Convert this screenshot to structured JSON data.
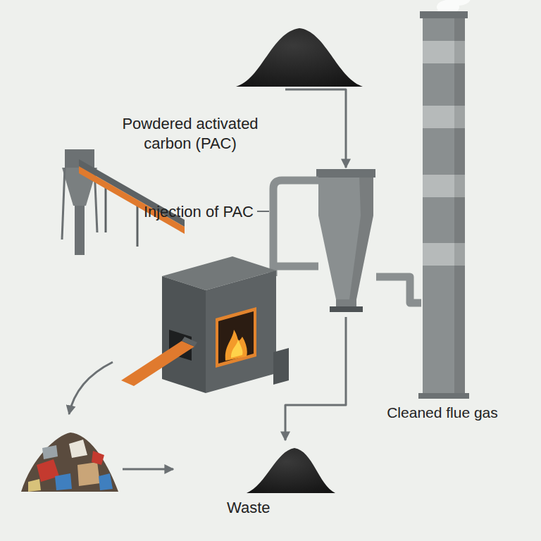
{
  "diagram": {
    "nodes": [
      {
        "text": [
          "Powdered activated carbon (PAC)"
        ]
      },
      {
        "text": [
          "Injection of PAC"
        ]
      },
      {
        "text": [
          "Cleaned flue gas"
        ]
      },
      {
        "text": [
          "Waste"
        ]
      }
    ],
    "edges": [
      {
        "from": 0,
        "to": 1,
        "arrow": "to"
      },
      {
        "from": 1,
        "to": 2,
        "arrow": "none"
      },
      {
        "from": 1,
        "to": 3,
        "arrow": "to"
      }
    ]
  }
}
